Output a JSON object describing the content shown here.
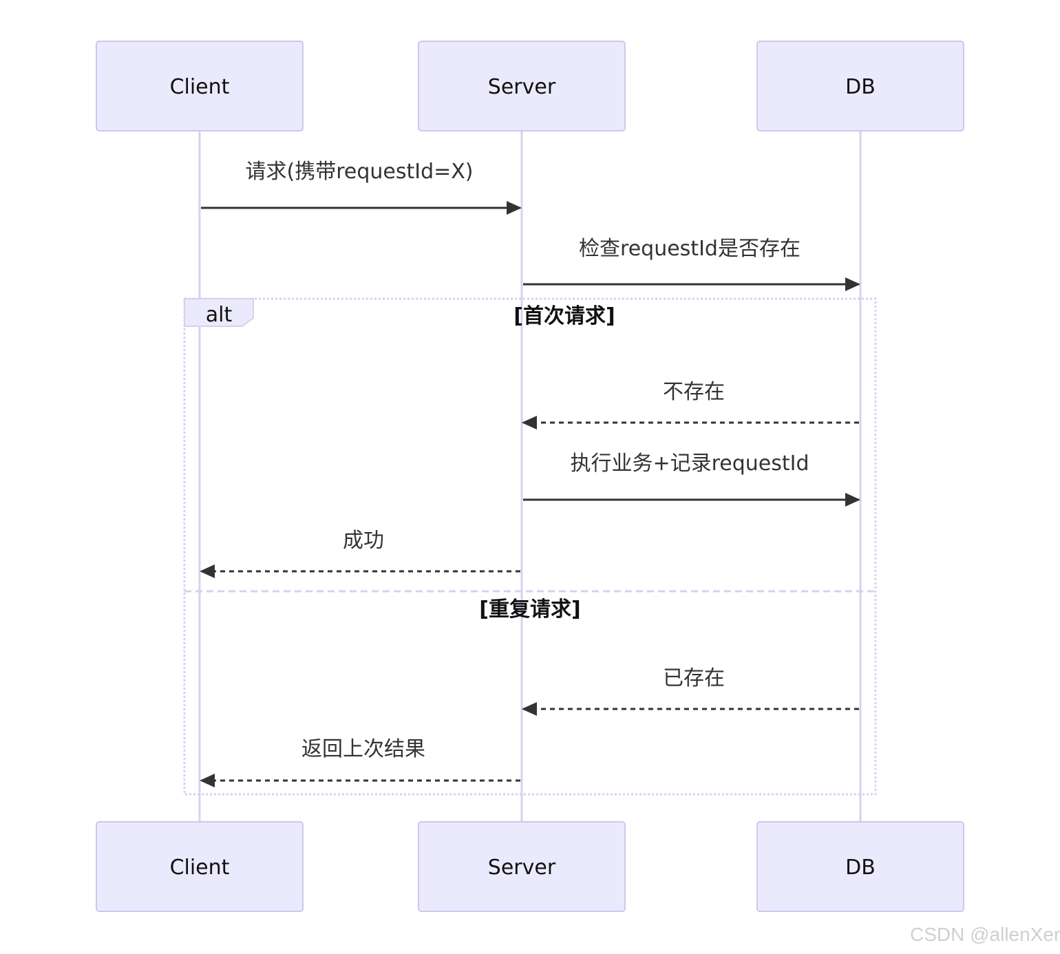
{
  "participants": [
    {
      "id": "client",
      "name": "Client"
    },
    {
      "id": "server",
      "name": "Server"
    },
    {
      "id": "db",
      "name": "DB"
    }
  ],
  "messages": [
    {
      "from": "client",
      "to": "server",
      "label": "请求(携带requestId=X)",
      "style": "solid"
    },
    {
      "from": "server",
      "to": "db",
      "label": "检查requestId是否存在",
      "style": "solid"
    },
    {
      "from": "db",
      "to": "server",
      "label": "不存在",
      "style": "dashed"
    },
    {
      "from": "server",
      "to": "db",
      "label": "执行业务+记录requestId",
      "style": "solid"
    },
    {
      "from": "server",
      "to": "client",
      "label": "成功",
      "style": "dashed"
    },
    {
      "from": "db",
      "to": "server",
      "label": "已存在",
      "style": "dashed"
    },
    {
      "from": "server",
      "to": "client",
      "label": "返回上次结果",
      "style": "dashed"
    }
  ],
  "alt_block": {
    "keyword": "alt",
    "conditions": [
      "[首次请求]",
      "[重复请求]"
    ]
  },
  "colors": {
    "actor_fill": "#eaeafc",
    "actor_stroke": "#cdc7ef",
    "lifeline": "#d8d0f0",
    "arrow": "#333333",
    "alt_border": "#d8d0f0"
  },
  "watermark": "CSDN @allenXer"
}
